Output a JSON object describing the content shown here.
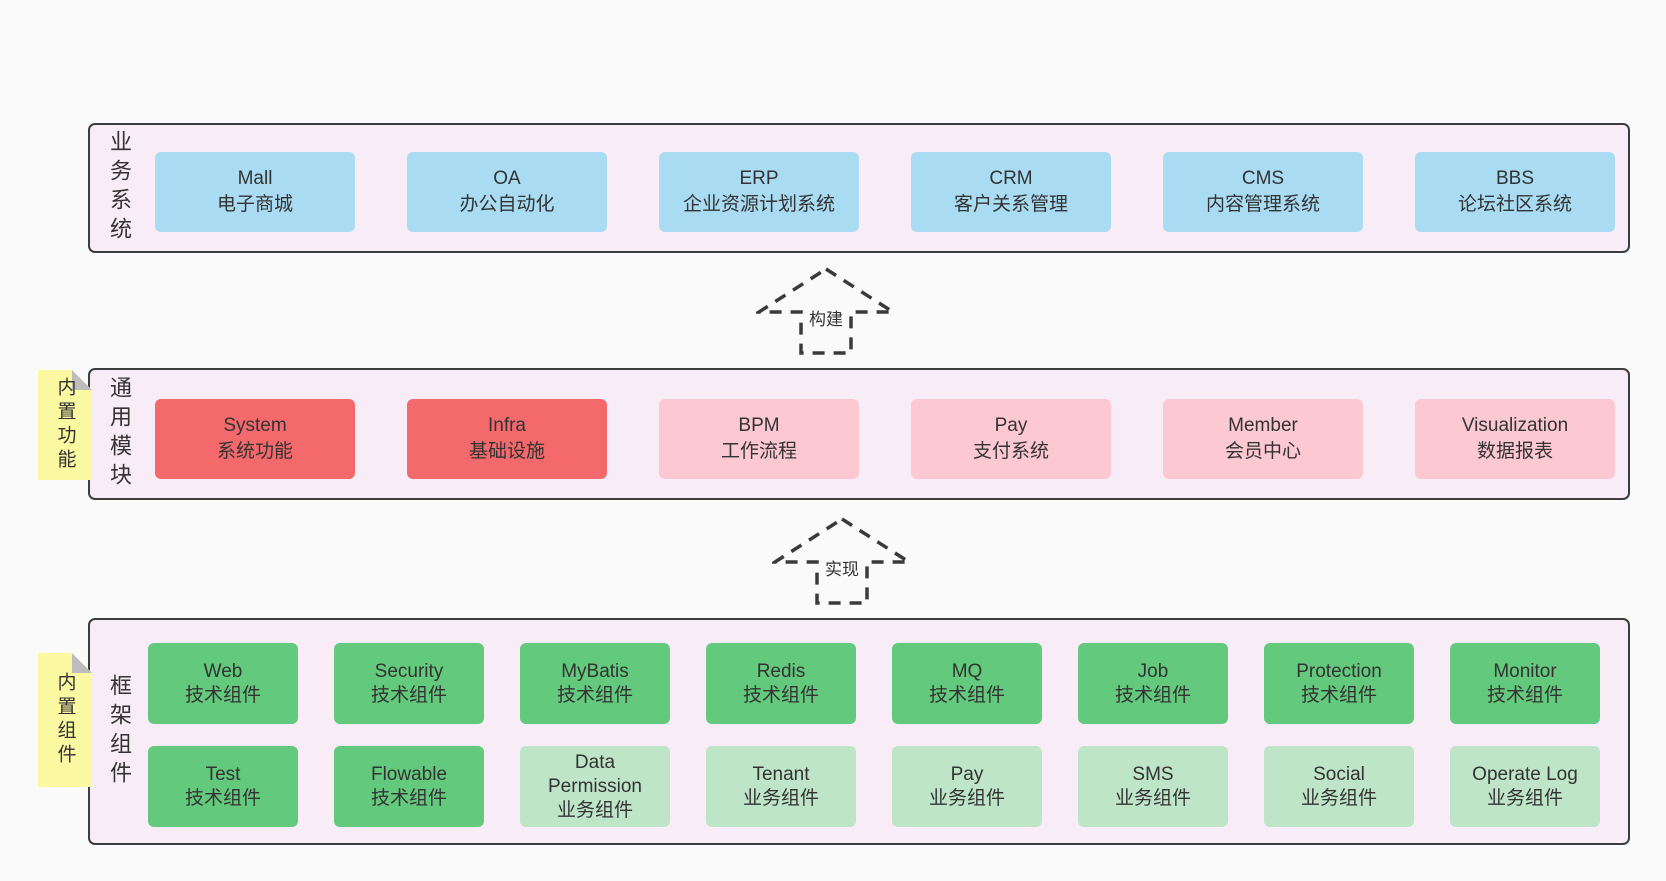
{
  "colors": {
    "background": "#fafafa",
    "panel_background": "#f8ecf6",
    "panel_border": "#3d3d3d",
    "box_blue": "#a9dbf2",
    "box_red": "#f4696c",
    "box_pink": "#fcc8d2",
    "box_green": "#62c97d",
    "box_light_green": "#bee5c8",
    "sticky_yellow": "#faf8a0",
    "sticky_fold_gray": "#bdbdbd",
    "text": "#333333"
  },
  "arrows": [
    {
      "label": "构建"
    },
    {
      "label": "实现"
    }
  ],
  "sections": {
    "business": {
      "label": "业务系统",
      "boxes": [
        {
          "name": "Mall",
          "desc": "电子商城",
          "variant": "blue"
        },
        {
          "name": "OA",
          "desc": "办公自动化",
          "variant": "blue"
        },
        {
          "name": "ERP",
          "desc": "企业资源计划系统",
          "variant": "blue"
        },
        {
          "name": "CRM",
          "desc": "客户关系管理",
          "variant": "blue"
        },
        {
          "name": "CMS",
          "desc": "内容管理系统",
          "variant": "blue"
        },
        {
          "name": "BBS",
          "desc": "论坛社区系统",
          "variant": "blue"
        }
      ]
    },
    "modules": {
      "label": "通用模块",
      "sticky": "内置功能",
      "boxes": [
        {
          "name": "System",
          "desc": "系统功能",
          "variant": "red"
        },
        {
          "name": "Infra",
          "desc": "基础设施",
          "variant": "red"
        },
        {
          "name": "BPM",
          "desc": "工作流程",
          "variant": "pink"
        },
        {
          "name": "Pay",
          "desc": "支付系统",
          "variant": "pink"
        },
        {
          "name": "Member",
          "desc": "会员中心",
          "variant": "pink"
        },
        {
          "name": "Visualization",
          "desc": "数据报表",
          "variant": "pink"
        }
      ]
    },
    "components": {
      "label": "框架组件",
      "sticky": "内置组件",
      "rows": [
        [
          {
            "name": "Web",
            "desc": "技术组件",
            "variant": "green"
          },
          {
            "name": "Security",
            "desc": "技术组件",
            "variant": "green"
          },
          {
            "name": "MyBatis",
            "desc": "技术组件",
            "variant": "green"
          },
          {
            "name": "Redis",
            "desc": "技术组件",
            "variant": "green"
          },
          {
            "name": "MQ",
            "desc": "技术组件",
            "variant": "green"
          },
          {
            "name": "Job",
            "desc": "技术组件",
            "variant": "green"
          },
          {
            "name": "Protection",
            "desc": "技术组件",
            "variant": "green"
          },
          {
            "name": "Monitor",
            "desc": "技术组件",
            "variant": "green"
          }
        ],
        [
          {
            "name": "Test",
            "desc": "技术组件",
            "variant": "green"
          },
          {
            "name": "Flowable",
            "desc": "技术组件",
            "variant": "green"
          },
          {
            "name": "Data Permission",
            "desc": "业务组件",
            "variant": "lightgreen"
          },
          {
            "name": "Tenant",
            "desc": "业务组件",
            "variant": "lightgreen"
          },
          {
            "name": "Pay",
            "desc": "业务组件",
            "variant": "lightgreen"
          },
          {
            "name": "SMS",
            "desc": "业务组件",
            "variant": "lightgreen"
          },
          {
            "name": "Social",
            "desc": "业务组件",
            "variant": "lightgreen"
          },
          {
            "name": "Operate Log",
            "desc": "业务组件",
            "variant": "lightgreen"
          }
        ]
      ]
    }
  }
}
